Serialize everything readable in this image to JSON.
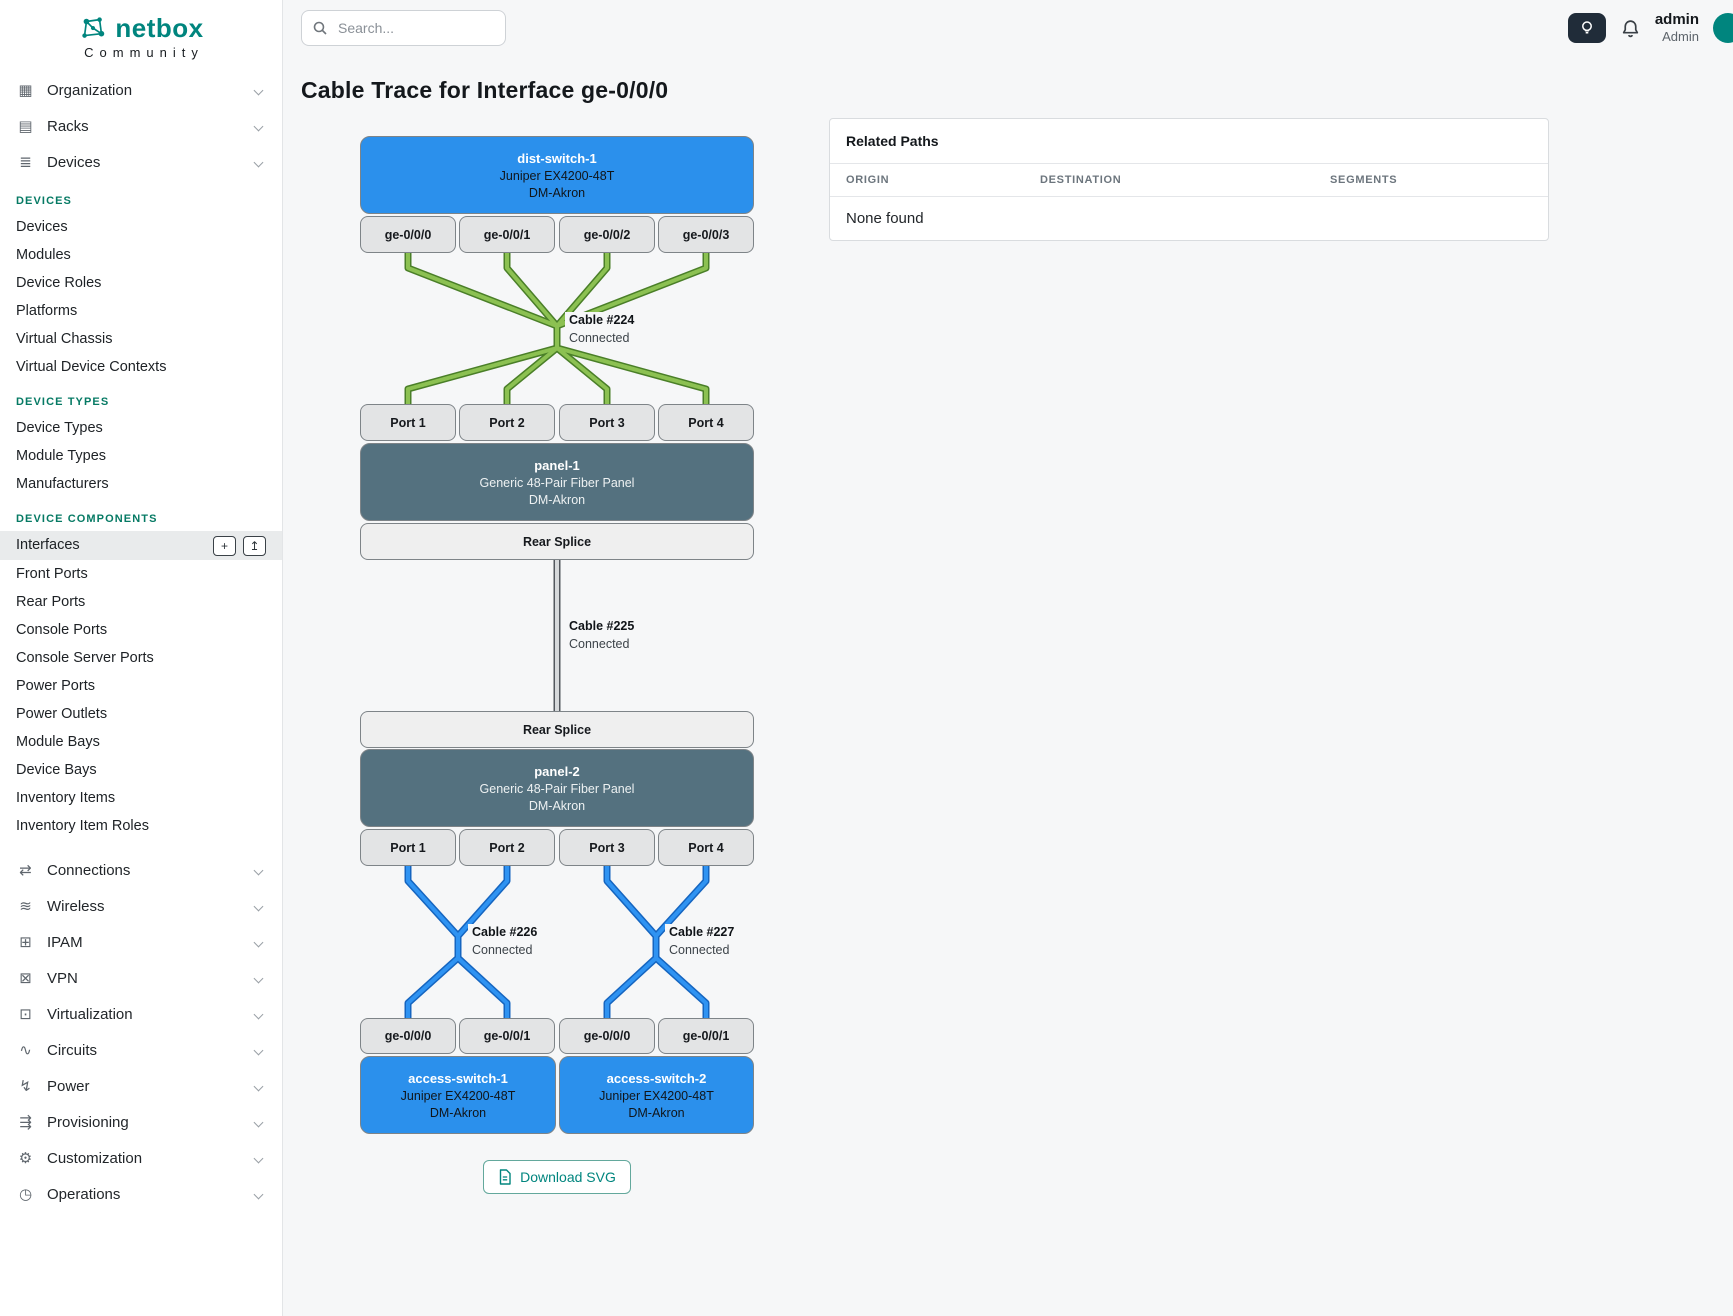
{
  "colors": {
    "accent": "#00857e",
    "device_blue": "#2b90ec",
    "panel_slate": "#54717f",
    "cable_green": "#8cc152",
    "cable_blue": "#2f93f2",
    "cable_gray": "#d6d9db"
  },
  "brand": {
    "name": "netbox",
    "tagline": "Community"
  },
  "topbar": {
    "search_placeholder": "Search...",
    "user_name": "admin",
    "user_role": "Admin"
  },
  "icons": {
    "organization": "▦",
    "racks": "▤",
    "devices": "≣",
    "connections": "⇄",
    "wireless": "≋",
    "ipam": "⊞",
    "vpn": "⊠",
    "virtualization": "⊡",
    "circuits": "∿",
    "power": "↯",
    "provisioning": "⇶",
    "customization": "⚙",
    "operations": "◷",
    "plus": "+",
    "upload": "↥"
  },
  "sidebar": {
    "groups": [
      {
        "label": "Organization"
      },
      {
        "label": "Racks"
      },
      {
        "label": "Devices"
      }
    ],
    "sections": [
      {
        "title": "DEVICES",
        "items": [
          "Devices",
          "Modules",
          "Device Roles",
          "Platforms",
          "Virtual Chassis",
          "Virtual Device Contexts"
        ]
      },
      {
        "title": "DEVICE TYPES",
        "items": [
          "Device Types",
          "Module Types",
          "Manufacturers"
        ]
      },
      {
        "title": "DEVICE COMPONENTS",
        "items": [
          "Interfaces",
          "Front Ports",
          "Rear Ports",
          "Console Ports",
          "Console Server Ports",
          "Power Ports",
          "Power Outlets",
          "Module Bays",
          "Device Bays",
          "Inventory Items",
          "Inventory Item Roles"
        ]
      }
    ],
    "active_item": "Interfaces",
    "bottom": [
      "Connections",
      "Wireless",
      "IPAM",
      "VPN",
      "Virtualization",
      "Circuits",
      "Power",
      "Provisioning",
      "Customization",
      "Operations"
    ]
  },
  "page": {
    "title": "Cable Trace for Interface ge-0/0/0",
    "download_label": "Download SVG"
  },
  "related_paths": {
    "title": "Related Paths",
    "columns": [
      "Origin",
      "Destination",
      "Segments"
    ],
    "empty_text": "None found"
  },
  "diagram": {
    "top_device": {
      "name": "dist-switch-1",
      "model": "Juniper EX4200-48T",
      "site": "DM-Akron"
    },
    "top_ports": [
      "ge-0/0/0",
      "ge-0/0/1",
      "ge-0/0/2",
      "ge-0/0/3"
    ],
    "cables": {
      "c224": {
        "name": "Cable #224",
        "status": "Connected"
      },
      "c225": {
        "name": "Cable #225",
        "status": "Connected"
      },
      "c226": {
        "name": "Cable #226",
        "status": "Connected"
      },
      "c227": {
        "name": "Cable #227",
        "status": "Connected"
      }
    },
    "panel1": {
      "name": "panel-1",
      "model": "Generic 48-Pair Fiber Panel",
      "site": "DM-Akron",
      "front_ports": [
        "Port 1",
        "Port 2",
        "Port 3",
        "Port 4"
      ],
      "rear": "Rear Splice"
    },
    "panel2": {
      "name": "panel-2",
      "model": "Generic 48-Pair Fiber Panel",
      "site": "DM-Akron",
      "front_ports": [
        "Port 1",
        "Port 2",
        "Port 3",
        "Port 4"
      ],
      "rear": "Rear Splice"
    },
    "bottom_ports": [
      "ge-0/0/0",
      "ge-0/0/1",
      "ge-0/0/0",
      "ge-0/0/1"
    ],
    "access_switches": [
      {
        "name": "access-switch-1",
        "model": "Juniper EX4200-48T",
        "site": "DM-Akron"
      },
      {
        "name": "access-switch-2",
        "model": "Juniper EX4200-48T",
        "site": "DM-Akron"
      }
    ]
  }
}
